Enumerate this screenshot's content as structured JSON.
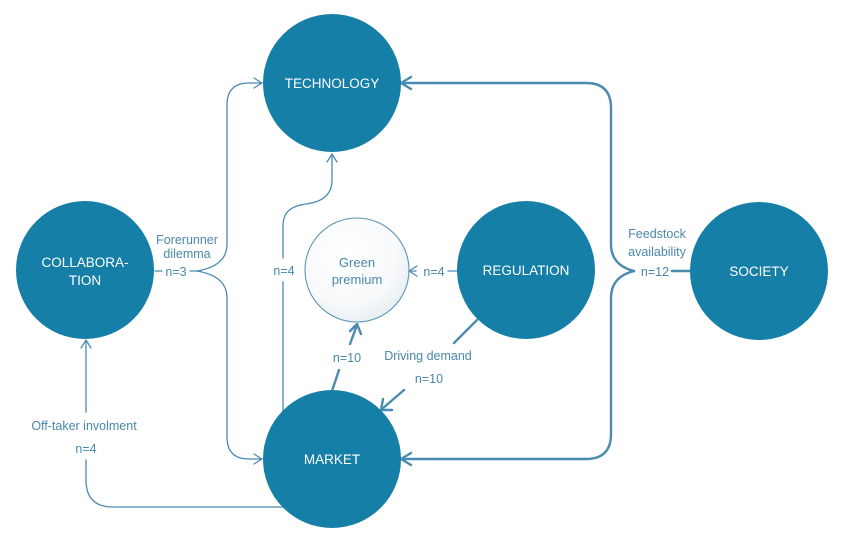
{
  "diagram": {
    "nodes": {
      "technology": {
        "label": "TECHNOLOGY"
      },
      "collaboration": {
        "label_line1": "COLLABORA-",
        "label_line2": "TION"
      },
      "regulation": {
        "label": "REGULATION"
      },
      "society": {
        "label": "SOCIETY"
      },
      "market": {
        "label": "MARKET"
      },
      "green_premium": {
        "label_line1": "Green",
        "label_line2": "premium"
      }
    },
    "edges": {
      "forerunner_dilemma": {
        "from": "COLLABORATION",
        "to": [
          "TECHNOLOGY",
          "MARKET"
        ],
        "label_line1": "Forerunner",
        "label_line2": "dilemma",
        "count": "n=3"
      },
      "market_to_technology": {
        "from": "MARKET",
        "to": "TECHNOLOGY",
        "count": "n=4"
      },
      "regulation_to_green_premium": {
        "from": "REGULATION",
        "to": "Green premium",
        "count": "n=4"
      },
      "market_to_green_premium": {
        "from": "MARKET",
        "to": "Green premium",
        "count": "n=10"
      },
      "driving_demand": {
        "from": "REGULATION",
        "to": "MARKET",
        "label": "Driving demand",
        "count": "n=10"
      },
      "feedstock_availability": {
        "from": "SOCIETY",
        "to": [
          "TECHNOLOGY",
          "MARKET"
        ],
        "label_line1": "Feedstock",
        "label_line2": "availability",
        "count": "n=12"
      },
      "offtaker_involvement": {
        "from": "MARKET",
        "to": "COLLABORATION",
        "label": "Off-taker involment",
        "count": "n=4"
      }
    }
  },
  "colors": {
    "node_fill": "#167fa7",
    "edge": "#4a8bb0",
    "label_text": "#4a88ac",
    "node_text": "#ffffff",
    "green_premium_border": "#5a94b4"
  }
}
